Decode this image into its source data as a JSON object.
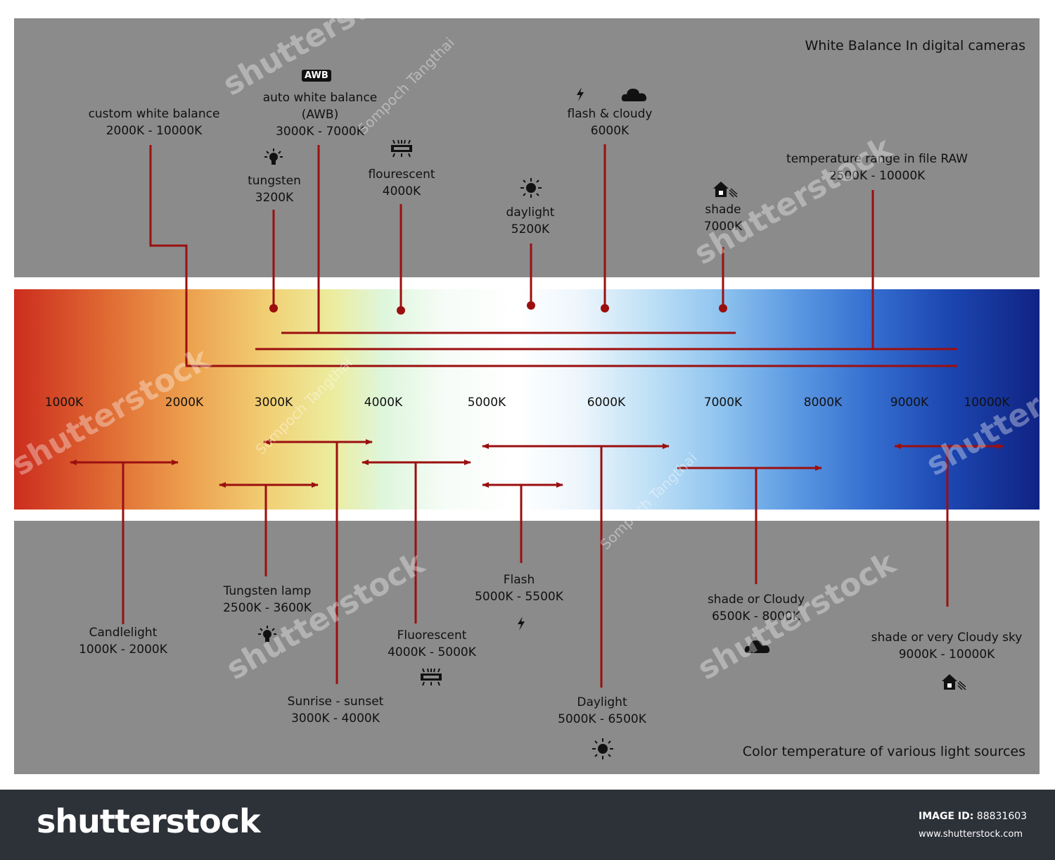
{
  "titles": {
    "top": "White Balance In digital cameras",
    "bottom": "Color temperature of various light sources"
  },
  "awb_badge": "AWB",
  "camera_settings": [
    {
      "name": "custom white balance",
      "range": "2000K - 10000K"
    },
    {
      "name": "auto white balance",
      "sub": "(AWB)",
      "range": "3000K - 7000K"
    },
    {
      "name": "tungsten",
      "range": "3200K"
    },
    {
      "name": "flourescent",
      "range": "4000K"
    },
    {
      "name": "daylight",
      "range": "5200K"
    },
    {
      "name": "flash & cloudy",
      "range": "6000K"
    },
    {
      "name": "shade",
      "range": "7000K"
    },
    {
      "name": "temperature range in file RAW",
      "range": "2500K - 10000K"
    }
  ],
  "scale_ticks": [
    "1000K",
    "2000K",
    "3000K",
    "4000K",
    "5000K",
    "6000K",
    "7000K",
    "8000K",
    "9000K",
    "10000K"
  ],
  "light_sources": [
    {
      "name": "Candlelight",
      "range": "1000K - 2000K"
    },
    {
      "name": "Tungsten lamp",
      "range": "2500K - 3600K"
    },
    {
      "name": "Sunrise - sunset",
      "range": "3000K - 4000K"
    },
    {
      "name": "Fluorescent",
      "range": "4000K - 5000K"
    },
    {
      "name": "Flash",
      "range": "5000K - 5500K"
    },
    {
      "name": "Daylight",
      "range": "5000K - 6500K"
    },
    {
      "name": "shade or  Cloudy",
      "range": "6500K - 8000K"
    },
    {
      "name": "shade or very Cloudy sky",
      "range": "9000K - 10000K"
    }
  ],
  "icons": [
    "awb-icon",
    "bulb-icon",
    "fluorescent-tube-icon",
    "sun-icon",
    "flash-icon",
    "cloud-icon",
    "shade-house-icon"
  ],
  "colors": {
    "line": "#9b0f0f",
    "panel": "#8b8b8b",
    "footer": "#2d3138"
  },
  "footer": {
    "logo": "shutterstock",
    "image_id_label": "IMAGE ID:",
    "image_id": "88831603",
    "site": "www.shutterstock.com"
  },
  "watermarks": {
    "brand": "shutterstock",
    "author": "Sompoch Tangthai"
  }
}
